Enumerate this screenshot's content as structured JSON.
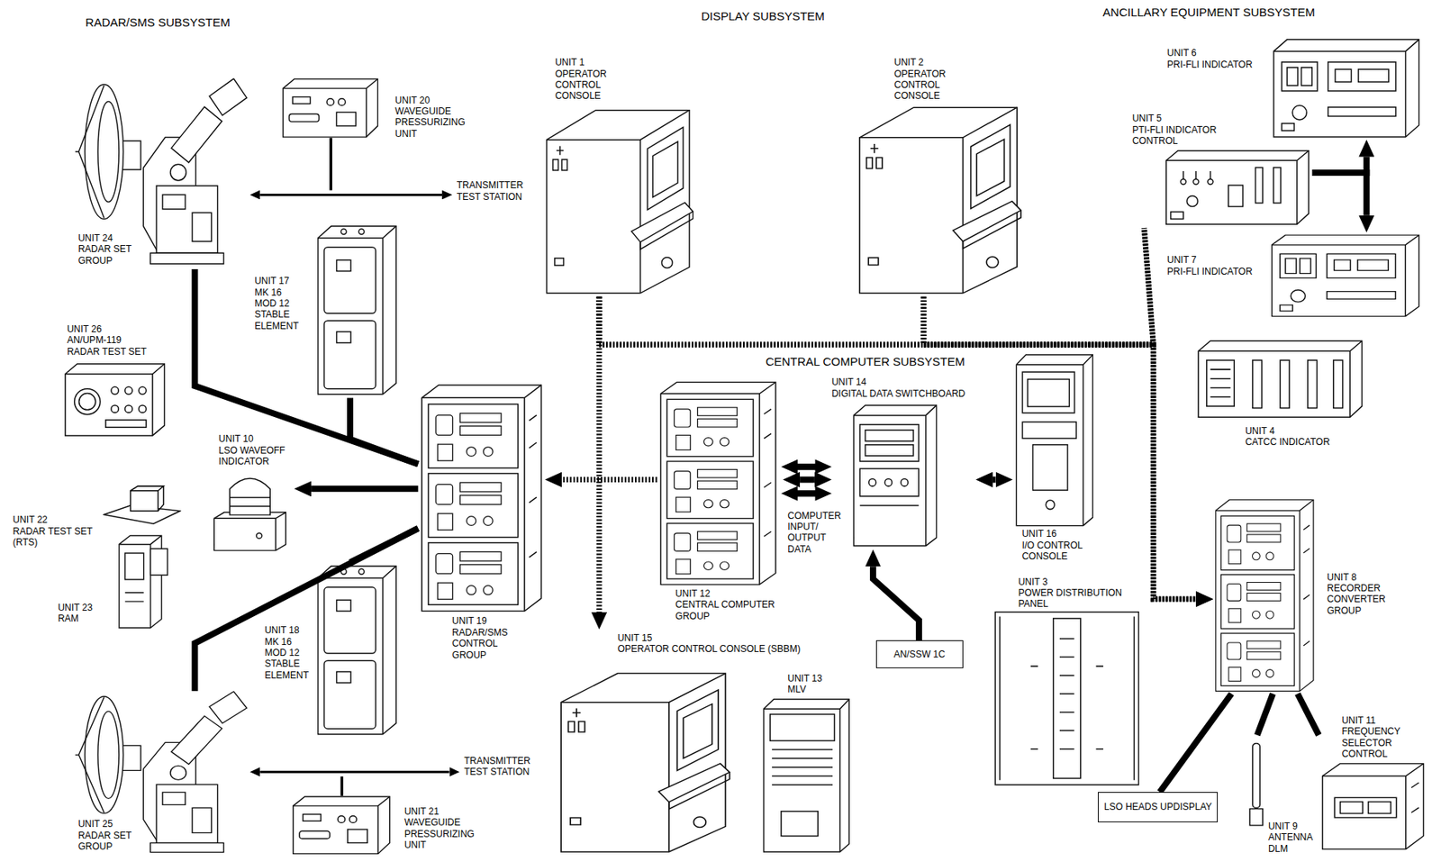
{
  "diagram": {
    "nodes": [
      {
        "text": [
          "UNIT 24",
          "RADAR SET GROUP"
        ]
      },
      {
        "text": [
          "UNIT 20",
          "WAVEGUIDE PRESSURIZING UNIT"
        ]
      },
      {
        "text": [
          "TRANSMITTER TEST STATION"
        ]
      },
      {
        "text": [
          "UNIT 17",
          "MK 16 MOD 12 STABLE ELEMENT"
        ]
      },
      {
        "text": [
          "UNIT 26",
          "AN/UPM-119 RADAR TEST SET"
        ]
      },
      {
        "text": [
          "UNIT 10",
          "LSO WAVEOFF INDICATOR"
        ]
      },
      {
        "text": [
          "UNIT 22",
          "RADAR TEST SET (RTS)"
        ]
      },
      {
        "text": [
          "UNIT 23",
          "RAM"
        ]
      },
      {
        "text": [
          "UNIT 18",
          "MK 16 MOD 12 STABLE ELEMENT"
        ]
      },
      {
        "text": [
          "UNIT 25",
          "RADAR SET GROUP"
        ]
      },
      {
        "text": [
          "TRANSMITTER TEST STATION"
        ]
      },
      {
        "text": [
          "UNIT 21",
          "WAVEGUIDE PRESSURIZING UNIT"
        ]
      },
      {
        "text": [
          "UNIT 19",
          "RADAR/SMS CONTROL GROUP"
        ]
      },
      {
        "text": [
          "UNIT 1",
          "OPERATOR CONTROL CONSOLE"
        ]
      },
      {
        "text": [
          "UNIT 2",
          "OPERATOR CONTROL CONSOLE"
        ]
      },
      {
        "text": [
          "UNIT 12",
          "CENTRAL COMPUTER GROUP"
        ]
      },
      {
        "text": [
          "UNIT 14",
          "DIGITAL DATA SWITCHBOARD"
        ]
      },
      {
        "text": [
          "UNIT 16",
          "I/O CONTROL CONSOLE"
        ]
      },
      {
        "text": [
          "UNIT 15",
          "OPERATOR CONTROL CONSOLE (SBBM)"
        ]
      },
      {
        "text": [
          "UNIT 13",
          "MLV"
        ]
      },
      {
        "text": [
          "AN/SSW 1C"
        ]
      },
      {
        "text": [
          "UNIT 3",
          "POWER DISTRIBUTION PANEL"
        ]
      },
      {
        "text": [
          "LSO HEADS UPDISPLAY"
        ]
      },
      {
        "text": [
          "UNIT 6",
          "PRI-FLI INDICATOR"
        ]
      },
      {
        "text": [
          "UNIT 5",
          "PTI-FLI INDICATOR CONTROL"
        ]
      },
      {
        "text": [
          "UNIT 7",
          "PRI-FLI INDICATOR"
        ]
      },
      {
        "text": [
          "UNIT 4",
          "CATCC INDICATOR"
        ]
      },
      {
        "text": [
          "UNIT 8",
          "RECORDER CONVERTER GROUP"
        ]
      },
      {
        "text": [
          "UNIT 11",
          "FREQUENCY SELECTOR CONTROL"
        ]
      },
      {
        "text": [
          "UNIT 9",
          "ANTENNA DLM"
        ]
      }
    ],
    "edges": [
      {
        "from": 0,
        "to": 2,
        "arrow": "both"
      },
      {
        "from": 0,
        "to": 12,
        "arrow": "none"
      },
      {
        "from": 3,
        "to": 12,
        "arrow": "none"
      },
      {
        "from": 9,
        "to": 12,
        "arrow": "none"
      },
      {
        "from": 8,
        "to": 12,
        "arrow": "none"
      },
      {
        "from": 12,
        "to": 5,
        "arrow": "to"
      },
      {
        "from": 15,
        "to": 12,
        "arrow": "to"
      },
      {
        "from": 15,
        "to": 16,
        "arrow": "both"
      },
      {
        "from": 16,
        "to": 17,
        "arrow": "both"
      },
      {
        "from": 20,
        "to": 16,
        "arrow": "to"
      },
      {
        "from": 13,
        "to": 18,
        "arrow": "to"
      },
      {
        "from": 13,
        "to": 27,
        "arrow": "to"
      },
      {
        "from": 14,
        "to": 27,
        "arrow": "to"
      },
      {
        "from": 13,
        "to": 24,
        "arrow": "none"
      },
      {
        "from": 14,
        "to": 24,
        "arrow": "none"
      },
      {
        "from": 24,
        "to": 23,
        "arrow": "to"
      },
      {
        "from": 24,
        "to": 25,
        "arrow": "to"
      },
      {
        "from": 27,
        "to": 22,
        "arrow": "none"
      },
      {
        "from": 27,
        "to": 29,
        "arrow": "none"
      },
      {
        "from": 27,
        "to": 28,
        "arrow": "none"
      },
      {
        "from": 9,
        "to": 10,
        "arrow": "both"
      }
    ],
    "labels": [
      "RADAR/SMS SUBSYSTEM",
      "DISPLAY SUBSYSTEM",
      "ANCILLARY EQUIPMENT SUBSYSTEM",
      "CENTRAL COMPUTER SUBSYSTEM",
      "COMPUTER INPUT/ OUTPUT DATA"
    ]
  }
}
